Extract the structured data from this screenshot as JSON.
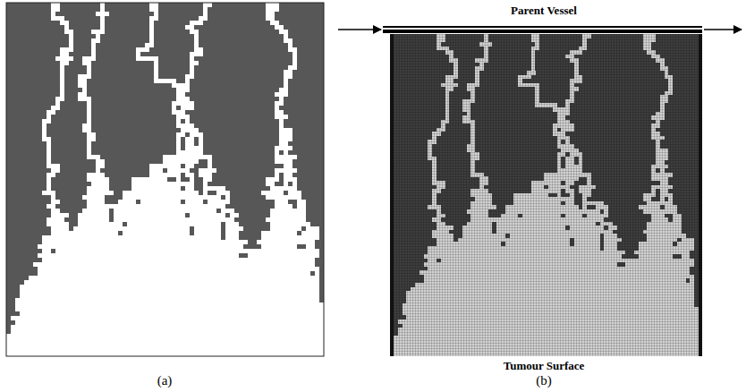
{
  "diagram": {
    "labels": [
      "Parent Vessel",
      "Tumour Surface",
      "(a)",
      "(b)"
    ]
  }
}
